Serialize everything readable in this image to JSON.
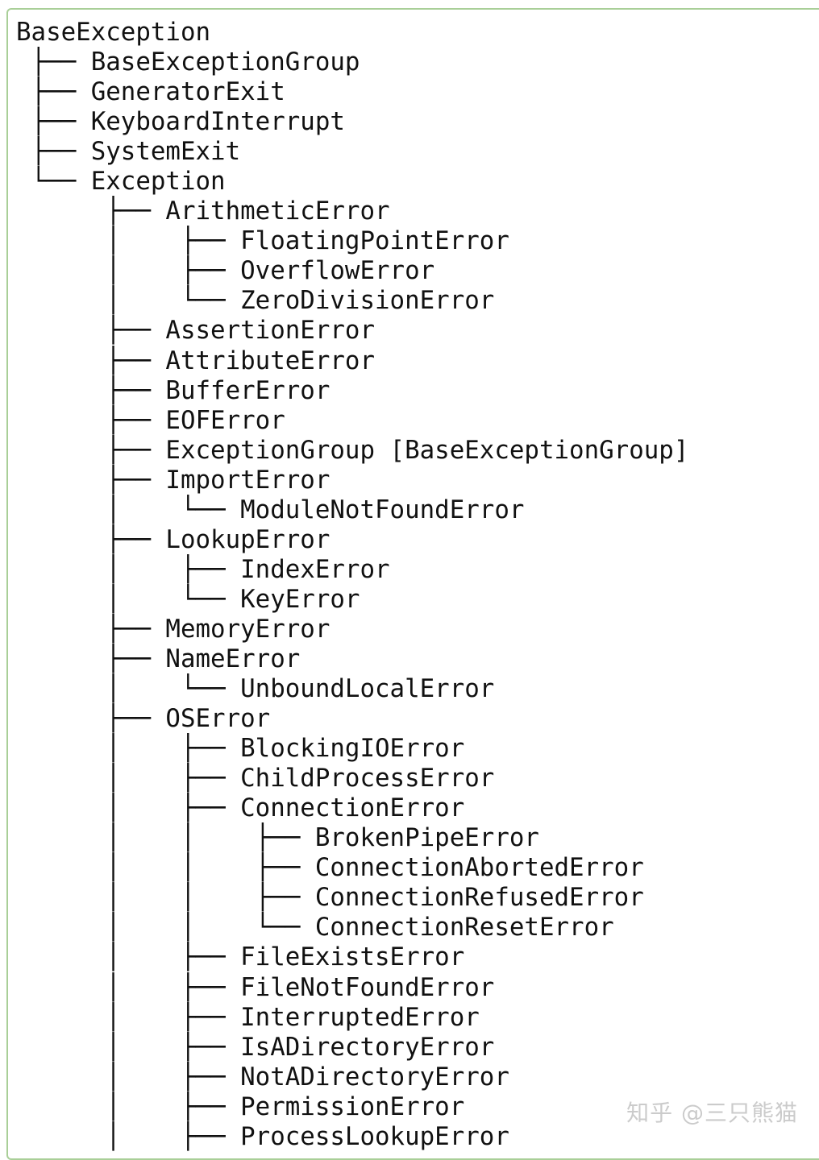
{
  "tree_lines": [
    "BaseException",
    " ├── BaseExceptionGroup",
    " ├── GeneratorExit",
    " ├── KeyboardInterrupt",
    " ├── SystemExit",
    " └── Exception",
    "      ├── ArithmeticError",
    "      │    ├── FloatingPointError",
    "      │    ├── OverflowError",
    "      │    └── ZeroDivisionError",
    "      ├── AssertionError",
    "      ├── AttributeError",
    "      ├── BufferError",
    "      ├── EOFError",
    "      ├── ExceptionGroup [BaseExceptionGroup]",
    "      ├── ImportError",
    "      │    └── ModuleNotFoundError",
    "      ├── LookupError",
    "      │    ├── IndexError",
    "      │    └── KeyError",
    "      ├── MemoryError",
    "      ├── NameError",
    "      │    └── UnboundLocalError",
    "      ├── OSError",
    "      │    ├── BlockingIOError",
    "      │    ├── ChildProcessError",
    "      │    ├── ConnectionError",
    "      │    │    ├── BrokenPipeError",
    "      │    │    ├── ConnectionAbortedError",
    "      │    │    ├── ConnectionRefusedError",
    "      │    │    └── ConnectionResetError",
    "      │    ├── FileExistsError",
    "      │    ├── FileNotFoundError",
    "      │    ├── InterruptedError",
    "      │    ├── IsADirectoryError",
    "      │    ├── NotADirectoryError",
    "      │    ├── PermissionError",
    "      │    ├── ProcessLookupError"
  ],
  "watermark": "知乎 @三只熊猫",
  "colors": {
    "text": "#111111",
    "border": "#a9cf98",
    "background": "#ffffff"
  }
}
